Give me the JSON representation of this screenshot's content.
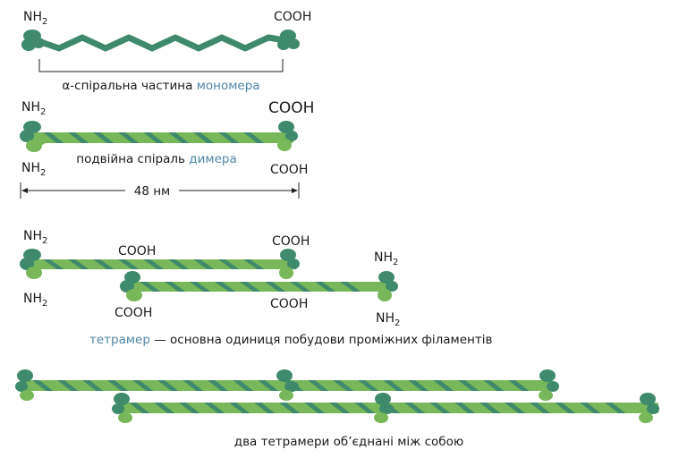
{
  "colors": {
    "dark": "#3f8a6c",
    "light": "#79b85a",
    "accent": "#4f86a8",
    "line": "#222222"
  },
  "monomer": {
    "n_label": "NH",
    "n_sub": "2",
    "c_label": "COOH",
    "caption_prefix": "α-спіральна частина ",
    "caption_accent": "мономера"
  },
  "dimer": {
    "n_top_label": "NH",
    "n_top_sub": "2",
    "c_top_label": "COOH",
    "n_bottom_label": "NH",
    "n_bottom_sub": "2",
    "c_bottom_label": "COOH",
    "caption_prefix": "подвійна спіраль ",
    "caption_accent": "димера",
    "length_label": "48 нм"
  },
  "tetramer": {
    "n1_label": "NH",
    "n1_sub": "2",
    "n2_label": "NH",
    "n2_sub": "2",
    "c1_label": "COOH",
    "c2_label": "COOH",
    "c3_label": "COOH",
    "c4_label": "COOH",
    "n3_label": "NH",
    "n3_sub": "2",
    "n4_label": "NH",
    "n4_sub": "2",
    "caption_accent": "тетрамер",
    "caption_rest": " — основна одиниця побудови проміжних філаментів"
  },
  "joined": {
    "caption": "два тетрамери об’єднані між собою"
  }
}
